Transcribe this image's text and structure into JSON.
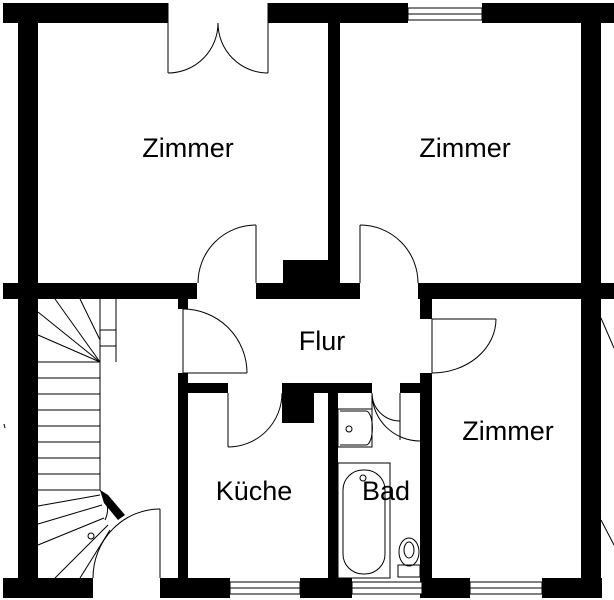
{
  "floorplan": {
    "rooms": [
      {
        "key": "zimmer_top_left",
        "label": "Zimmer"
      },
      {
        "key": "zimmer_top_right",
        "label": "Zimmer"
      },
      {
        "key": "flur",
        "label": "Flur"
      },
      {
        "key": "zimmer_bottom_right",
        "label": "Zimmer"
      },
      {
        "key": "kueche",
        "label": "Küche"
      },
      {
        "key": "bad",
        "label": "Bad"
      }
    ]
  }
}
